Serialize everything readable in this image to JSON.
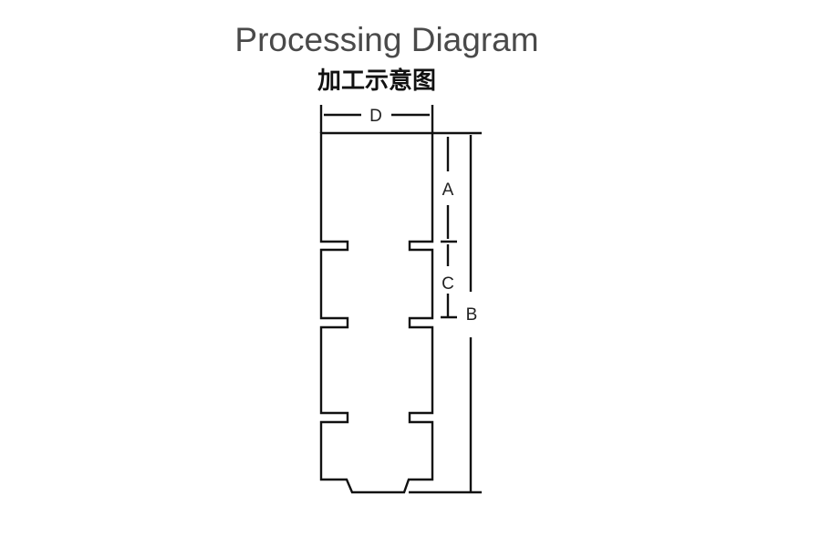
{
  "title": "Processing Diagram",
  "subtitle": "加工示意图",
  "dimensions": {
    "width_label": "D",
    "segment_label": "A",
    "gap_label": "C",
    "total_label": "B"
  },
  "colors": {
    "line": "#111111",
    "title": "#4a4a4a"
  }
}
